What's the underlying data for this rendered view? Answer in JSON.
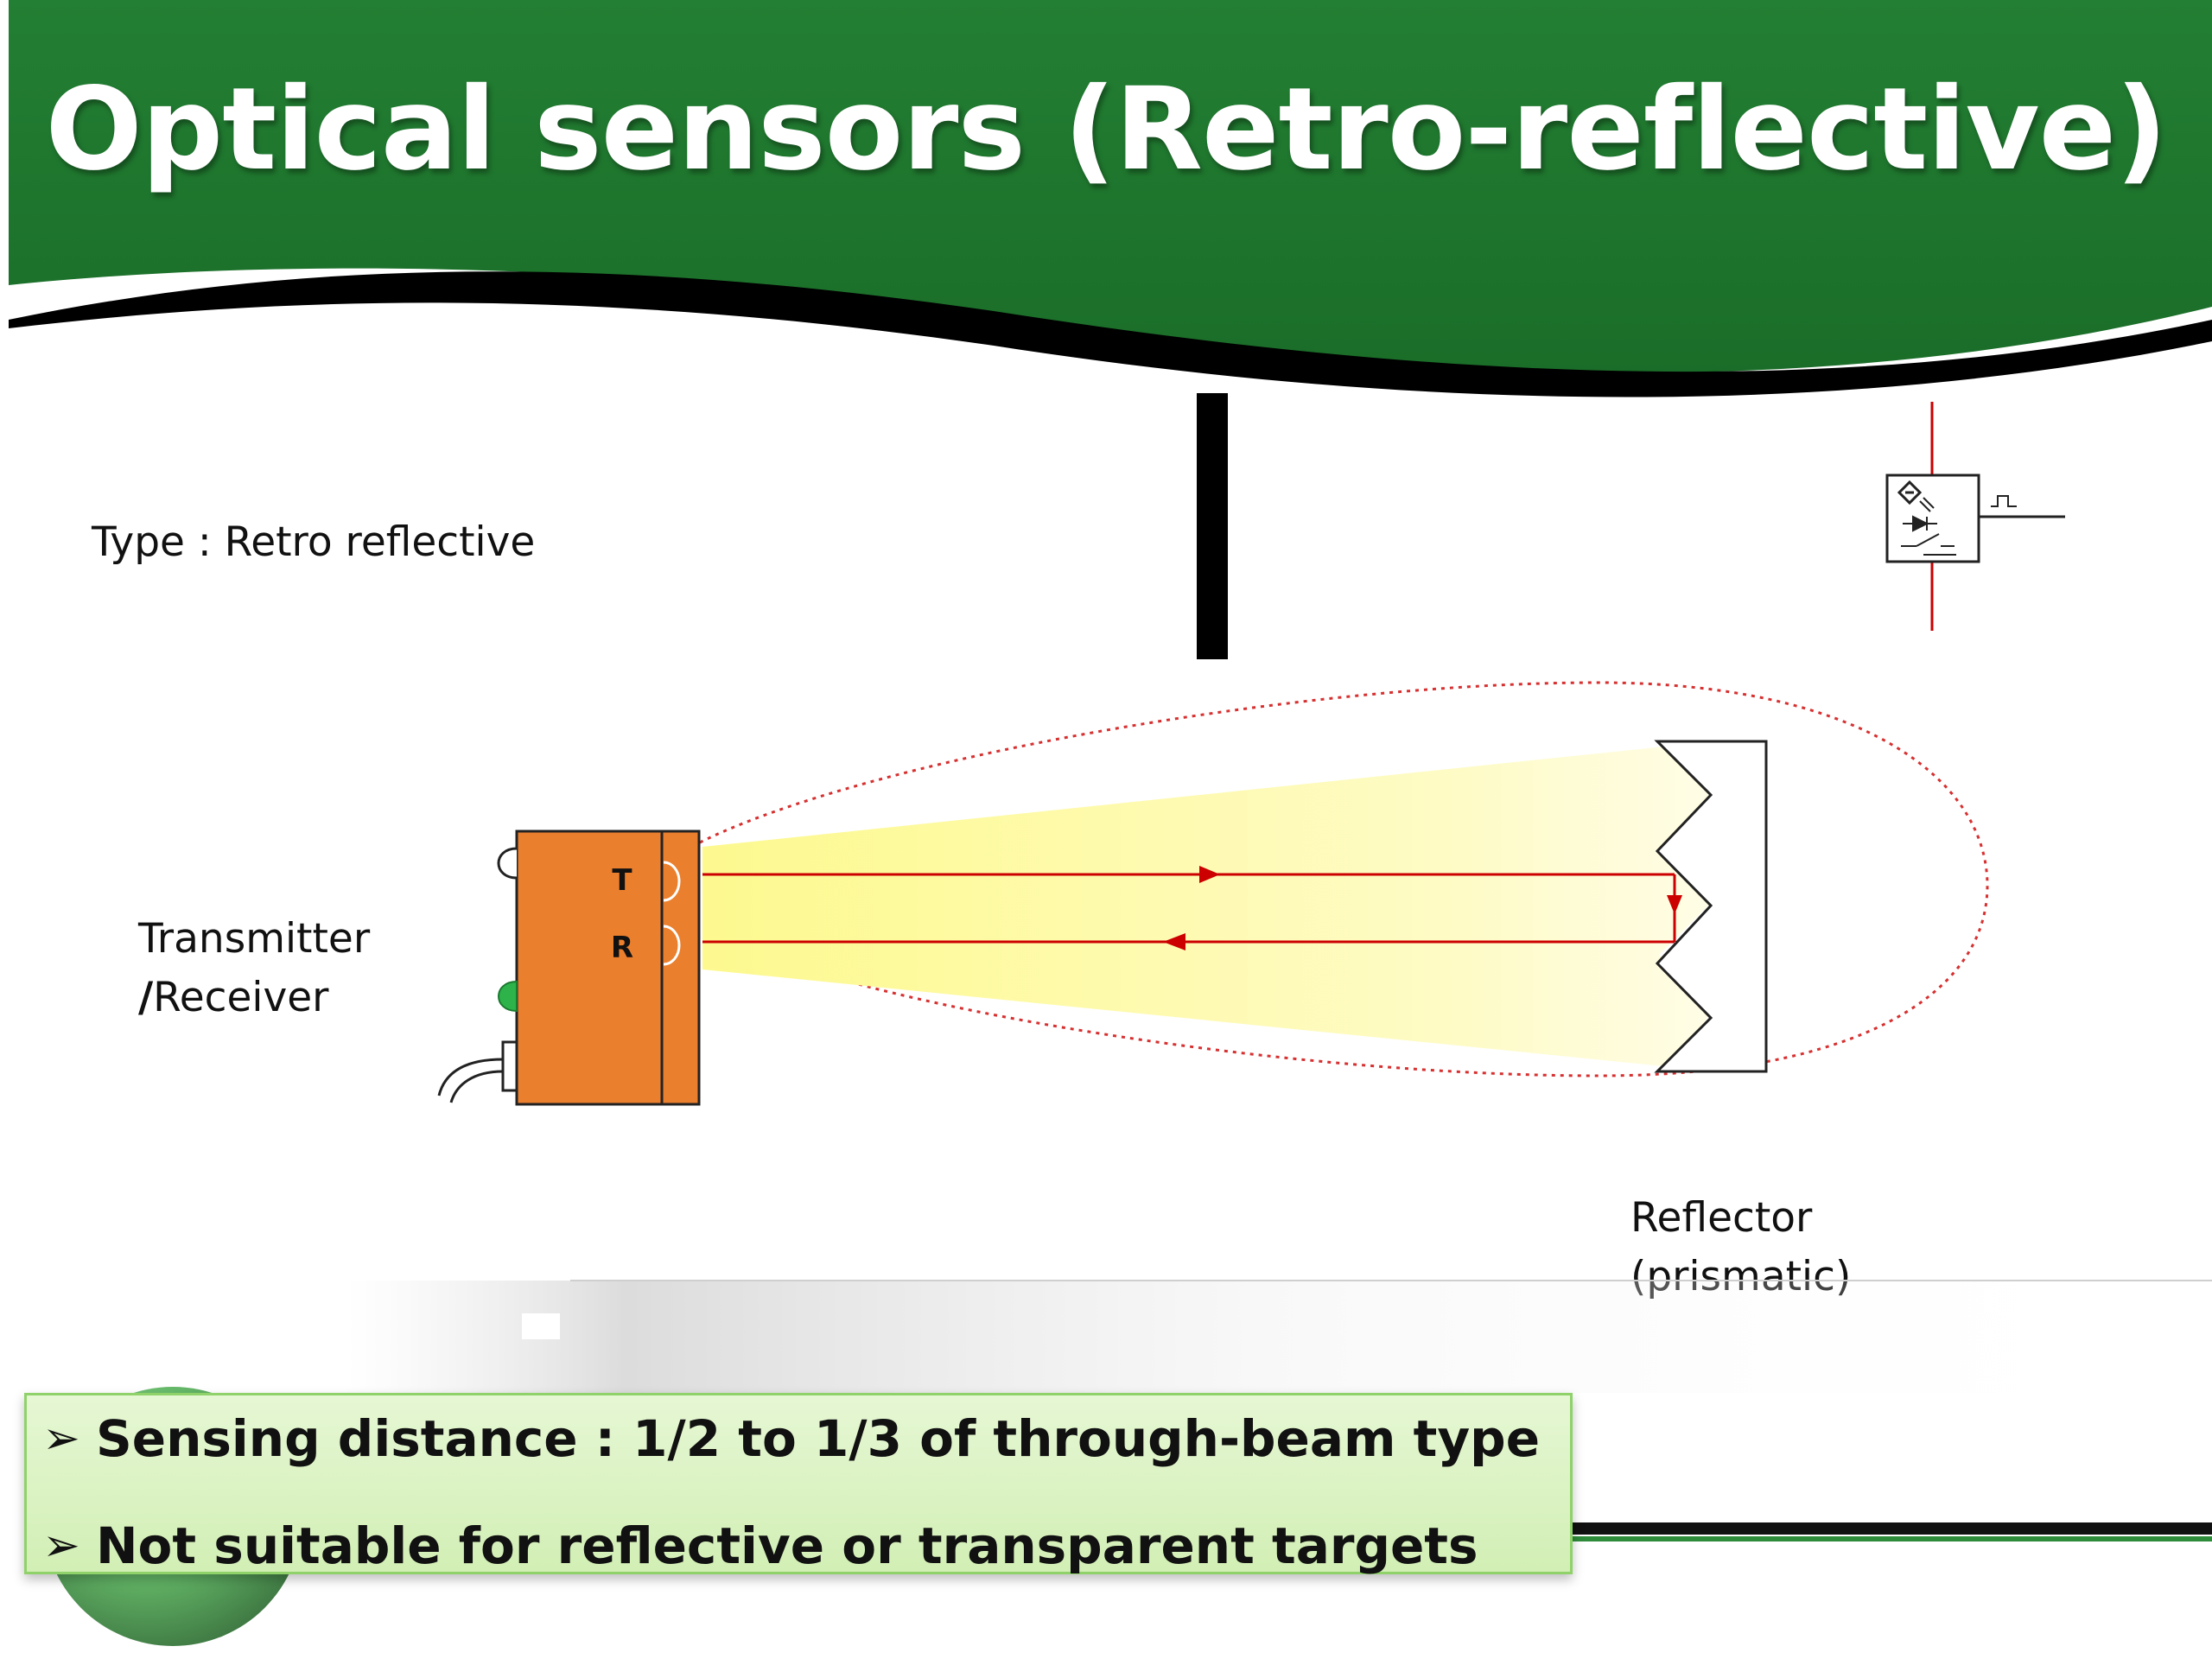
{
  "slide": {
    "title": "Optical sensors (Retro-reflective)",
    "type_label": "Type : Retro reflective",
    "transmitter_label_line1": "Transmitter",
    "transmitter_label_slash": "/",
    "transmitter_label_line2": "Receiver",
    "reflector_label_line1": "Reflector",
    "reflector_label_line2": "(prismatic)",
    "sensor_letters": {
      "transmit": "T",
      "receive": "R"
    }
  },
  "bullets": [
    {
      "text": "Sensing distance : 1/2 to 1/3 of through-beam type",
      "icon": "arrow-bullet-icon"
    },
    {
      "text": "Not suitable for reflective or transparent targets",
      "icon": "arrow-bullet-icon"
    }
  ],
  "colors": {
    "header_green": "#1f7a2e",
    "sensor_orange": "#ea7f2d",
    "beam_yellow": "#fdfab5",
    "signal_red": "#cc0000",
    "indicator_green": "#2db34a",
    "bullet_box": "#d8f2be"
  }
}
